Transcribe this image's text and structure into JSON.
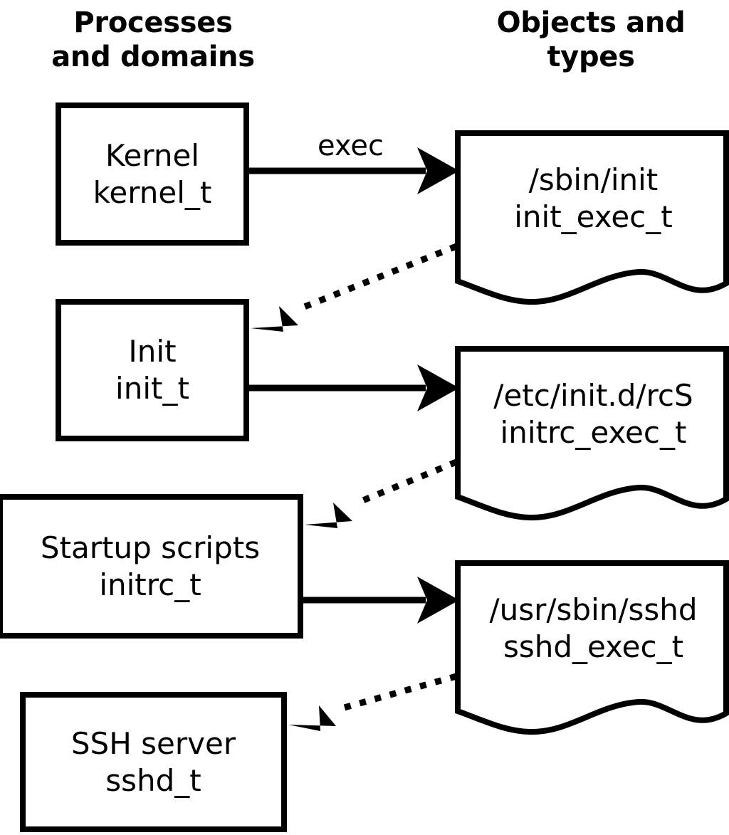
{
  "diagram": {
    "title_left": "Processes\nand domains",
    "title_right": "Objects and\ntypes",
    "accent_color": "#000000",
    "background_color": "#ffffff",
    "processes": [
      {
        "name": "Kernel",
        "type": "kernel_t"
      },
      {
        "name": "Init",
        "type": "init_t"
      },
      {
        "name": "Startup scripts",
        "type": "initrc_t"
      },
      {
        "name": "SSH server",
        "type": "sshd_t"
      }
    ],
    "objects": [
      {
        "path": "/sbin/init",
        "type": "init_exec_t"
      },
      {
        "path": "/etc/init.d/rcS",
        "type": "initrc_exec_t"
      },
      {
        "path": "/usr/sbin/sshd",
        "type": "sshd_exec_t"
      }
    ],
    "edges": [
      {
        "from": "Kernel",
        "to": "/sbin/init",
        "label": "exec",
        "style": "solid"
      },
      {
        "from": "/sbin/init",
        "to": "Init",
        "label": "",
        "style": "dotted"
      },
      {
        "from": "Init",
        "to": "/etc/init.d/rcS",
        "label": "",
        "style": "solid"
      },
      {
        "from": "/etc/init.d/rcS",
        "to": "Startup scripts",
        "label": "",
        "style": "dotted"
      },
      {
        "from": "Startup scripts",
        "to": "/usr/sbin/sshd",
        "label": "",
        "style": "solid"
      },
      {
        "from": "/usr/sbin/sshd",
        "to": "SSH server",
        "label": "",
        "style": "dotted"
      }
    ]
  }
}
